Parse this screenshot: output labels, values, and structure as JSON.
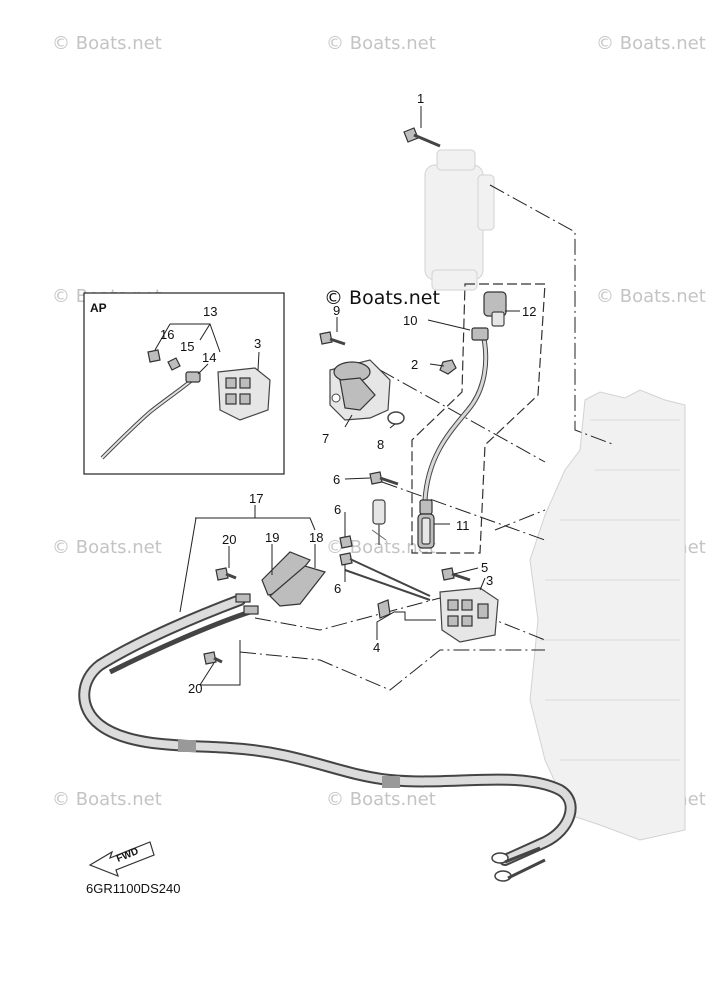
{
  "watermark": "© Boats.net",
  "diagram_code": "6GR1100DS240",
  "inset_label": "AP",
  "fwd_label": "FWD",
  "callouts": {
    "c1": "1",
    "c2": "2",
    "c3": "3",
    "c3_inset": "3",
    "c4": "4",
    "c5": "5",
    "c6a": "6",
    "c6b": "6",
    "c6c": "6",
    "c7": "7",
    "c8": "8",
    "c9": "9",
    "c10": "10",
    "c11": "11",
    "c12": "12",
    "c13": "13",
    "c14": "14",
    "c15": "15",
    "c16": "16",
    "c17": "17",
    "c18": "18",
    "c19": "19",
    "c20a": "20",
    "c20b": "20"
  }
}
